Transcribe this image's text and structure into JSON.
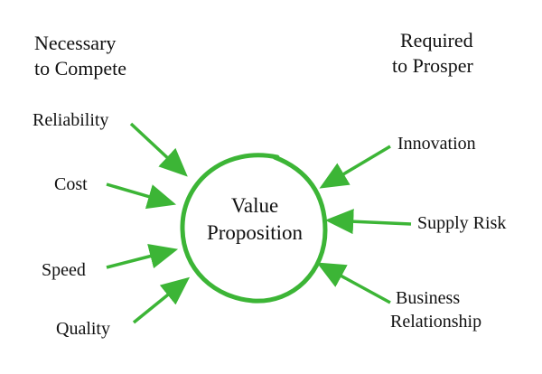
{
  "colors": {
    "accent": "#3cb536",
    "text": "#111111",
    "background": "#ffffff"
  },
  "headers": {
    "left": [
      "Necessary",
      "to Compete"
    ],
    "right": [
      "Required",
      "to Prosper"
    ]
  },
  "center": {
    "line1": "Value",
    "line2": "Proposition"
  },
  "left_items": [
    "Reliability",
    "Cost",
    "Speed",
    "Quality"
  ],
  "right_items": {
    "innovation": "Innovation",
    "supply_risk": "Supply Risk",
    "business_relationship": [
      "Business",
      "Relationship"
    ]
  }
}
